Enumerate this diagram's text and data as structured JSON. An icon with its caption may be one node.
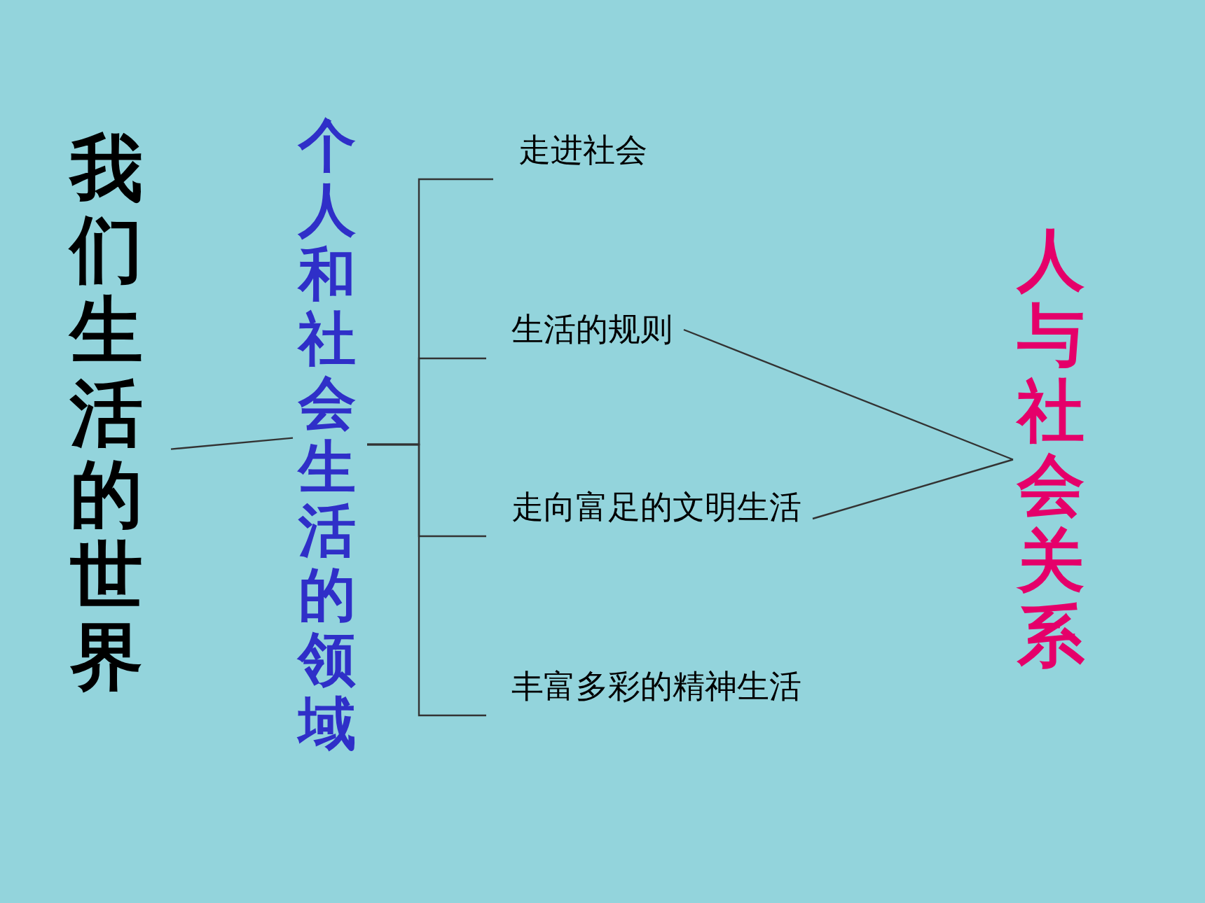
{
  "diagram": {
    "nodes": [
      {
        "text": [
          "我们生活的世界"
        ]
      },
      {
        "text": [
          "个人和社会生活的领域"
        ]
      },
      {
        "text": [
          "走进社会"
        ]
      },
      {
        "text": [
          "生活的规则"
        ]
      },
      {
        "text": [
          "走向富足的文明生活"
        ]
      },
      {
        "text": [
          "丰富多彩的精神生活"
        ]
      },
      {
        "text": [
          "人与社会关系"
        ]
      }
    ],
    "edges": [
      {
        "from": 0,
        "to": 1,
        "arrow": "none"
      },
      {
        "from": 1,
        "to": 2,
        "arrow": "none"
      },
      {
        "from": 1,
        "to": 3,
        "arrow": "none"
      },
      {
        "from": 1,
        "to": 4,
        "arrow": "none"
      },
      {
        "from": 1,
        "to": 5,
        "arrow": "none"
      },
      {
        "from": 3,
        "to": 6,
        "arrow": "none"
      },
      {
        "from": 4,
        "to": 6,
        "arrow": "none"
      }
    ]
  }
}
